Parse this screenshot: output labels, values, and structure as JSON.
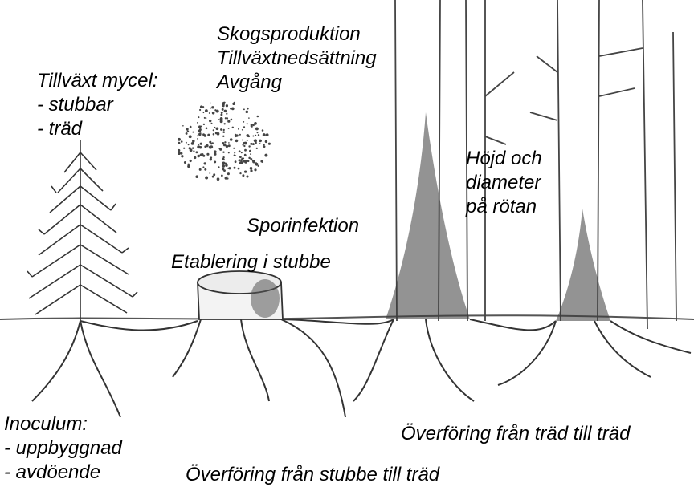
{
  "labels": {
    "growth": {
      "line1": "Tillväxt mycel:",
      "line2": "- stubbar",
      "line3": "- träd"
    },
    "forest": {
      "line1": "Skogsproduktion",
      "line2": "Tillväxtnedsättning",
      "line3": "Avgång"
    },
    "height": {
      "line1": "Höjd och",
      "line2": "diameter",
      "line3": "på rötan"
    },
    "spore": "Sporinfektion",
    "establish": "Etablering i stubbe",
    "inoculum": {
      "line1": "Inoculum:",
      "line2": "- uppbyggnad",
      "line3": "- avdöende"
    },
    "tree_to_tree": "Överföring från träd till träd",
    "stump_to_tree": "Överföring från stubbe till träd"
  },
  "colors": {
    "ink": "#000000",
    "background": "#ffffff",
    "decay": "#3a3a3a"
  }
}
